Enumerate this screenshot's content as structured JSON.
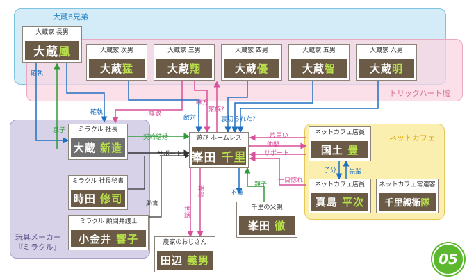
{
  "groups": {
    "brothers": "大蔵6兄弟",
    "trickheart": "トリックハート城",
    "toy": "玩具メーカー『ミラクル』",
    "netcafe": "ネットカフェ"
  },
  "cards": {
    "fu": {
      "role": "大蔵家 長男",
      "family": "大蔵",
      "given": "風"
    },
    "takeshi": {
      "role": "大蔵家 次男",
      "family": "大蔵",
      "given": "猛"
    },
    "sho": {
      "role": "大蔵家 三男",
      "family": "大蔵",
      "given": "翔"
    },
    "yu": {
      "role": "大蔵家 四男",
      "family": "大蔵",
      "given": "優"
    },
    "satoshi": {
      "role": "大蔵家 五男",
      "family": "大蔵",
      "given": "智"
    },
    "akira": {
      "role": "大蔵家 六男",
      "family": "大蔵",
      "given": "明"
    },
    "shinzo": {
      "role": "ミラクル 社長",
      "family": "大蔵",
      "given": "新造"
    },
    "shuji": {
      "role": "ミラクル 社長秘書",
      "family": "時田",
      "given": "修司"
    },
    "kyoko": {
      "role": "ミラクル 顧問弁護士",
      "family": "小金井",
      "given": "響子"
    },
    "chisato": {
      "role": "遊び ホームレス",
      "family": "峯田",
      "given": "千里"
    },
    "father": {
      "role": "千里の父親",
      "family": "峯田",
      "given": "徹"
    },
    "yoshio": {
      "role": "農家のおじさん",
      "family": "田辺",
      "given": "義男"
    },
    "kunido": {
      "role": "ネットカフェ店員",
      "family": "国土",
      "given": "豊"
    },
    "heiji": {
      "role": "ネットカフェ店員",
      "family": "真島",
      "given": "平次"
    },
    "regular": {
      "role": "ネットカフェ常連客",
      "family": "千里親衛",
      "given": "隊"
    }
  },
  "edges": {
    "kakushitsu1": "確執",
    "kakushitsu2": "確執",
    "sonkei": "尊敬",
    "mikata": "味方",
    "tekitai": "敵対",
    "kazoku": "家族?",
    "uragirareta": "裏切られた?",
    "musuko": "息子",
    "keiyaku": "契約結婚",
    "support1": "サポート",
    "jogen": "助言",
    "soudan": "相談",
    "sewa": "世話",
    "kataomoi": "片思い",
    "nakama": "仲間",
    "support2": "サポート",
    "hitomebore": "一目惚れ",
    "kobun": "子分",
    "senpai": "先輩",
    "fuman": "不満",
    "oyako": "親子"
  },
  "badge": "05",
  "colors": {
    "blue": "#1f6fc2",
    "pink": "#d94f9a",
    "green": "#2f9a3a",
    "brown": "#6b5a45"
  }
}
